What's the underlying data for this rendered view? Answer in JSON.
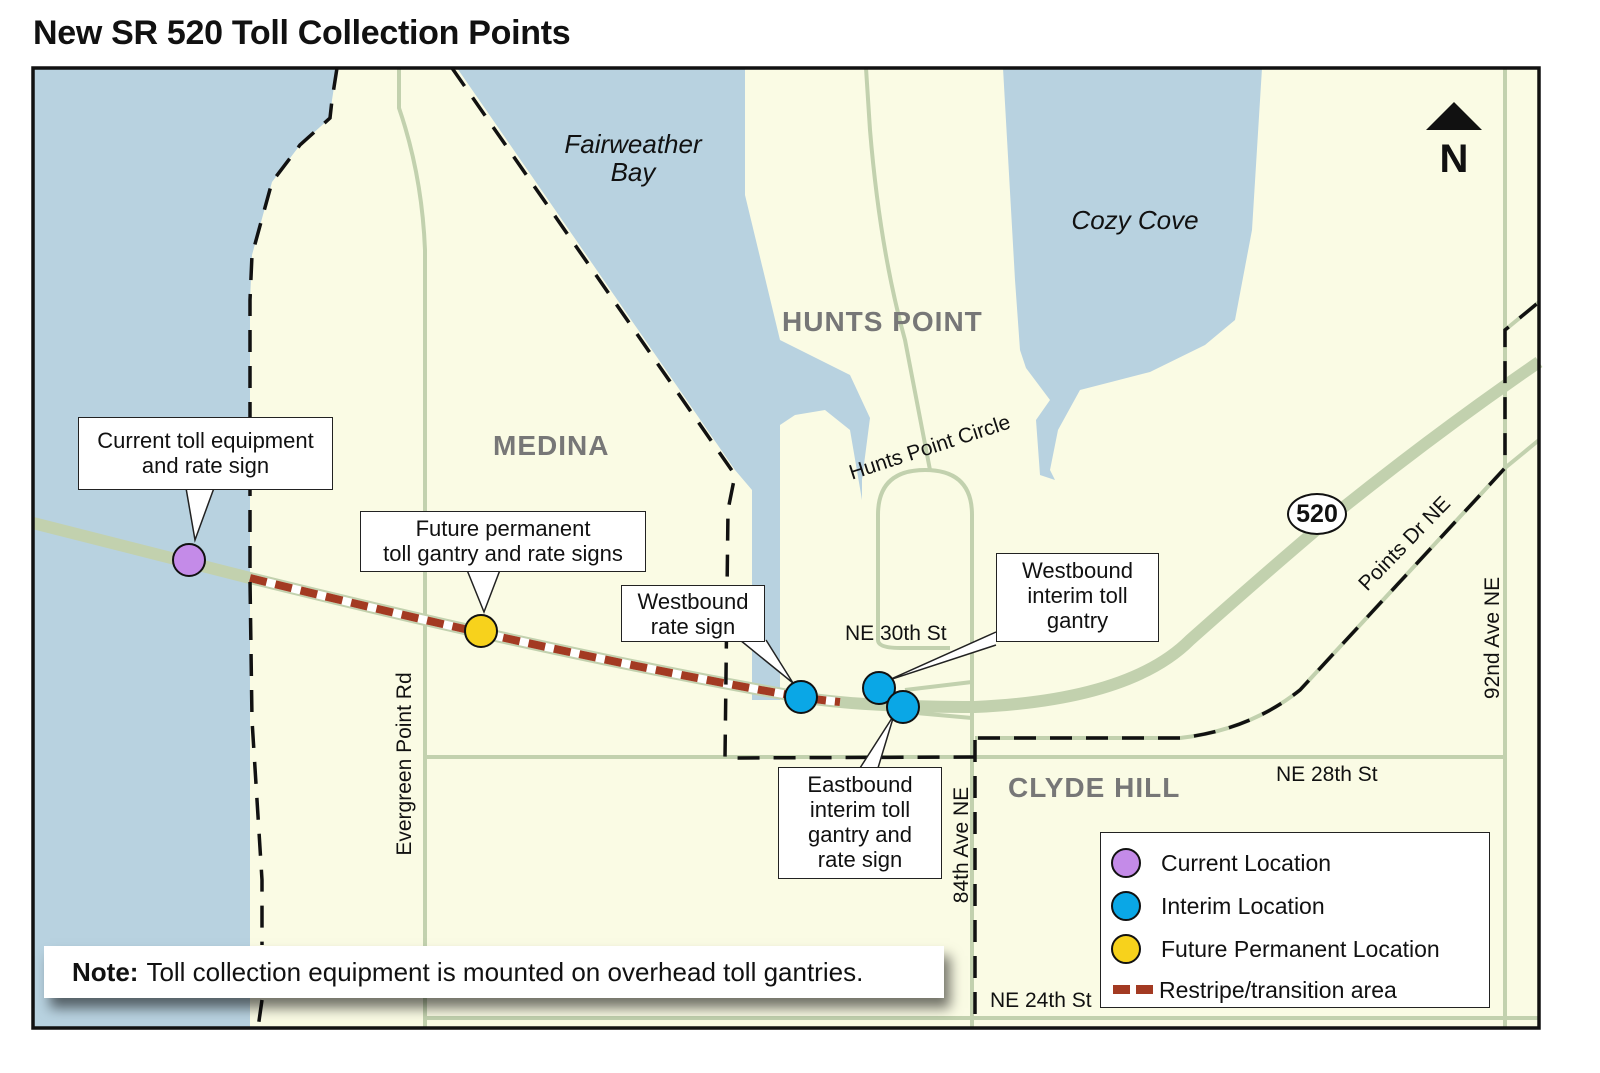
{
  "title": "New SR 520 Toll Collection Points",
  "north_arrow": {
    "icon": "north-arrow-icon",
    "label": "N"
  },
  "places": {
    "medina": "MEDINA",
    "hunts_point": "HUNTS POINT",
    "clyde_hill": "CLYDE HILL"
  },
  "water_bodies": {
    "fairweather_bay_line1": "Fairweather",
    "fairweather_bay_line2": "Bay",
    "cozy_cove": "Cozy Cove"
  },
  "roads": {
    "evergreen_point_rd": "Evergreen Point Rd",
    "ne_30th_st": "NE 30th St",
    "ne_28th_st": "NE 28th St",
    "ne_24th_st": "NE 24th St",
    "ave_84th_ne": "84th Ave NE",
    "ave_92nd_ne": "92nd Ave NE",
    "points_dr_ne": "Points Dr NE",
    "hunts_point_circle": "Hunts Point Circle",
    "sr520_shield": "520"
  },
  "callouts": {
    "current": {
      "line1": "Current toll equipment",
      "line2": "and rate sign"
    },
    "future": {
      "line1": "Future permanent",
      "line2": "toll gantry and rate signs"
    },
    "wb_rate": {
      "line1": "Westbound",
      "line2": "rate sign"
    },
    "wb_interim": {
      "line1": "Westbound",
      "line2": "interim toll",
      "line3": "gantry"
    },
    "eb_interim": {
      "line1": "Eastbound",
      "line2": "interim toll",
      "line3": "gantry and",
      "line4": "rate sign"
    }
  },
  "legend": {
    "items": [
      {
        "label": "Current Location",
        "color": "#c48be8"
      },
      {
        "label": "Interim Location",
        "color": "#0aa7e6"
      },
      {
        "label": "Future Permanent Location",
        "color": "#f7d21c"
      },
      {
        "label": "Restripe/transition area",
        "color": "#a33a22"
      }
    ]
  },
  "note": {
    "label": "Note:",
    "text": "Toll collection equipment is mounted on overhead toll gantries."
  },
  "colors": {
    "water": "#b8d2e0",
    "land": "#fafbe4",
    "road": "#c2d1ae",
    "boundary": "#111111",
    "restripe": "#a33a22"
  }
}
